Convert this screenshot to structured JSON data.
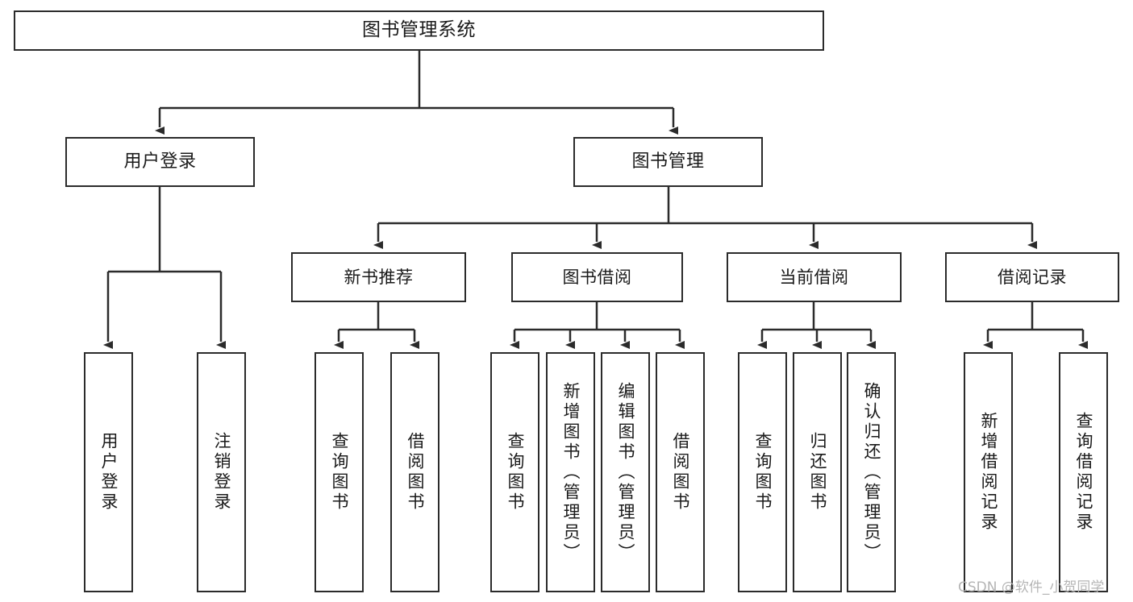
{
  "diagram": {
    "title": "图书管理系统",
    "type": "tree-hierarchy",
    "watermark": "CSDN @软件_小贺同学",
    "colors": {
      "stroke": "#2b2b2b",
      "background": "#ffffff",
      "text": "#1a1a1a",
      "watermark": "#b5b5b5"
    },
    "root": {
      "label": "图书管理系统"
    },
    "level1": [
      {
        "label": "用户登录"
      },
      {
        "label": "图书管理"
      }
    ],
    "level2": [
      {
        "label": "新书推荐"
      },
      {
        "label": "图书借阅"
      },
      {
        "label": "当前借阅"
      },
      {
        "label": "借阅记录"
      }
    ],
    "leaves": {
      "user_login": [
        {
          "label": "用户登录"
        },
        {
          "label": "注销登录"
        }
      ],
      "new_book_recommend": [
        {
          "label": "查询图书"
        },
        {
          "label": "借阅图书"
        }
      ],
      "book_borrow": [
        {
          "label": "查询图书"
        },
        {
          "label": "新增图书（管理员）"
        },
        {
          "label": "编辑图书（管理员）"
        },
        {
          "label": "借阅图书"
        }
      ],
      "current_borrow": [
        {
          "label": "查询图书"
        },
        {
          "label": "归还图书"
        },
        {
          "label": "确认归还（管理员）"
        }
      ],
      "borrow_record": [
        {
          "label": "新增借阅记录"
        },
        {
          "label": "查询借阅记录"
        }
      ]
    }
  }
}
